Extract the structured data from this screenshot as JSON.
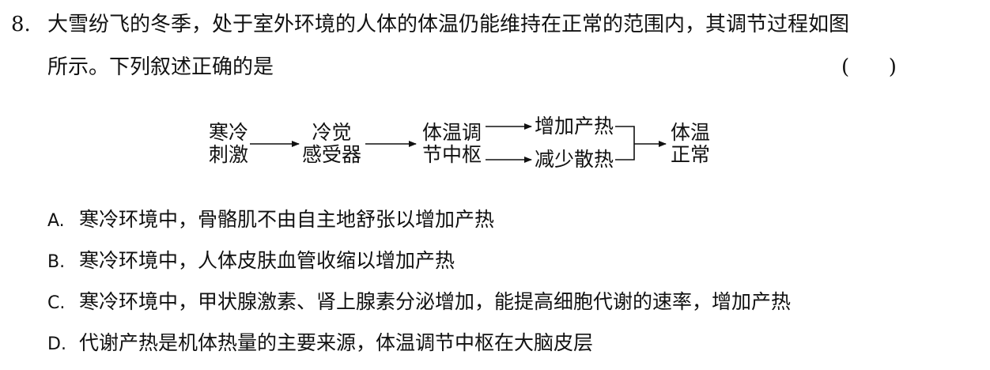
{
  "question": {
    "number": "8.",
    "line1": "大雪纷飞的冬季，处于室外环境的人体的体温仍能维持在正常的范围内，其调节过程如图",
    "line2": "所示。下列叙述正确的是",
    "answer_blank": "(      )"
  },
  "diagram": {
    "nodes": [
      {
        "line1": "寒冷",
        "line2": "刺激"
      },
      {
        "line1": "冷觉",
        "line2": "感受器"
      },
      {
        "line1": "体温调",
        "line2": "节中枢"
      },
      {
        "line1": "增加产热"
      },
      {
        "line1": "减少散热"
      },
      {
        "line1": "体温",
        "line2": "正常"
      }
    ]
  },
  "options": [
    {
      "letter": "A.",
      "text": "寒冷环境中，骨骼肌不由自主地舒张以增加产热"
    },
    {
      "letter": "B.",
      "text": "寒冷环境中，人体皮肤血管收缩以增加产热"
    },
    {
      "letter": "C.",
      "text": "寒冷环境中，甲状腺激素、肾上腺素分泌增加，能提高细胞代谢的速率，增加产热"
    },
    {
      "letter": "D.",
      "text": "代谢产热是机体热量的主要来源，体温调节中枢在大脑皮层"
    }
  ]
}
